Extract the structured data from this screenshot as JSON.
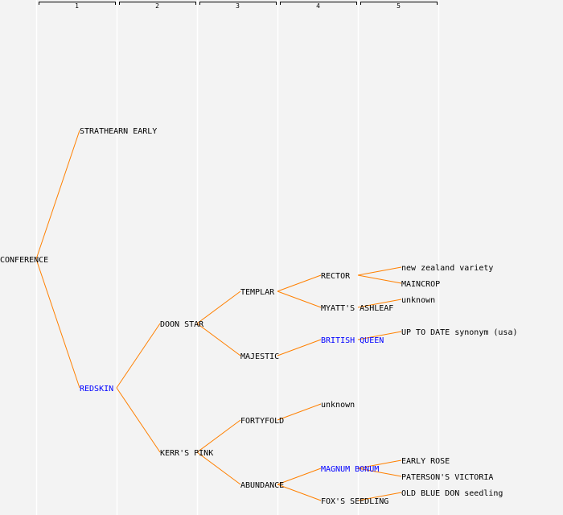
{
  "generations": [
    "1",
    "2",
    "3",
    "4",
    "5"
  ],
  "colors": {
    "edge": "#ff8000",
    "normal": "#000000",
    "highlight": "#0000ff",
    "background": "#f3f3f3",
    "column_line": "#ffffff"
  },
  "tree": {
    "name": "CONFERENCE",
    "highlight": false,
    "children": [
      {
        "name": "STRATHEARN EARLY",
        "highlight": false,
        "children": []
      },
      {
        "name": "REDSKIN",
        "highlight": true,
        "children": [
          {
            "name": "DOON STAR",
            "highlight": false,
            "children": [
              {
                "name": "TEMPLAR",
                "highlight": false,
                "children": [
                  {
                    "name": "RECTOR",
                    "highlight": false,
                    "children": [
                      {
                        "name": "new zealand variety",
                        "highlight": false,
                        "children": []
                      },
                      {
                        "name": "MAINCROP",
                        "highlight": false,
                        "children": []
                      }
                    ]
                  },
                  {
                    "name": "MYATT'S ASHLEAF",
                    "highlight": false,
                    "children": [
                      {
                        "name": "unknown",
                        "highlight": false,
                        "children": []
                      }
                    ]
                  }
                ]
              },
              {
                "name": "MAJESTIC",
                "highlight": false,
                "children": [
                  {
                    "name": "BRITISH QUEEN",
                    "highlight": true,
                    "children": [
                      {
                        "name": "UP TO DATE synonym (usa)",
                        "highlight": false,
                        "children": []
                      }
                    ]
                  }
                ]
              }
            ]
          },
          {
            "name": "KERR'S PINK",
            "highlight": false,
            "children": [
              {
                "name": "FORTYFOLD",
                "highlight": false,
                "children": [
                  {
                    "name": "unknown",
                    "highlight": false,
                    "children": []
                  }
                ]
              },
              {
                "name": "ABUNDANCE",
                "highlight": false,
                "children": [
                  {
                    "name": "MAGNUM BONUM",
                    "highlight": true,
                    "children": [
                      {
                        "name": "EARLY ROSE",
                        "highlight": false,
                        "children": []
                      },
                      {
                        "name": "PATERSON'S VICTORIA",
                        "highlight": false,
                        "children": []
                      }
                    ]
                  },
                  {
                    "name": "FOX'S SEEDLING",
                    "highlight": false,
                    "children": [
                      {
                        "name": "OLD BLUE DON seedling",
                        "highlight": false,
                        "children": []
                      }
                    ]
                  }
                ]
              }
            ]
          }
        ]
      }
    ]
  }
}
